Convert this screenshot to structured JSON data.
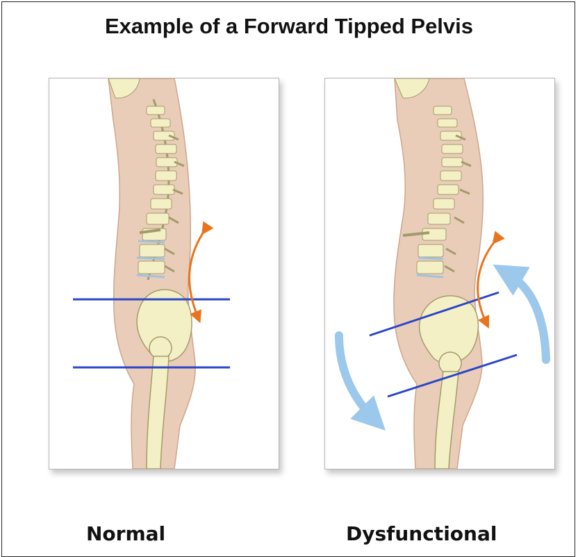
{
  "title": "Example of a Forward Tipped Pelvis",
  "panels": [
    {
      "id": "normal",
      "caption": "Normal"
    },
    {
      "id": "dysfunctional",
      "caption": "Dysfunctional"
    }
  ],
  "colors": {
    "skin": "#e9cdb8",
    "skin_edge": "#cfa58c",
    "bone": "#f4f0c6",
    "bone_edge": "#a39a6a",
    "disc": "#9fc3e0",
    "level_line": "#2a45c8",
    "curve_arrow": "#e8741d",
    "tilt_arrow": "#9cc8ec"
  }
}
